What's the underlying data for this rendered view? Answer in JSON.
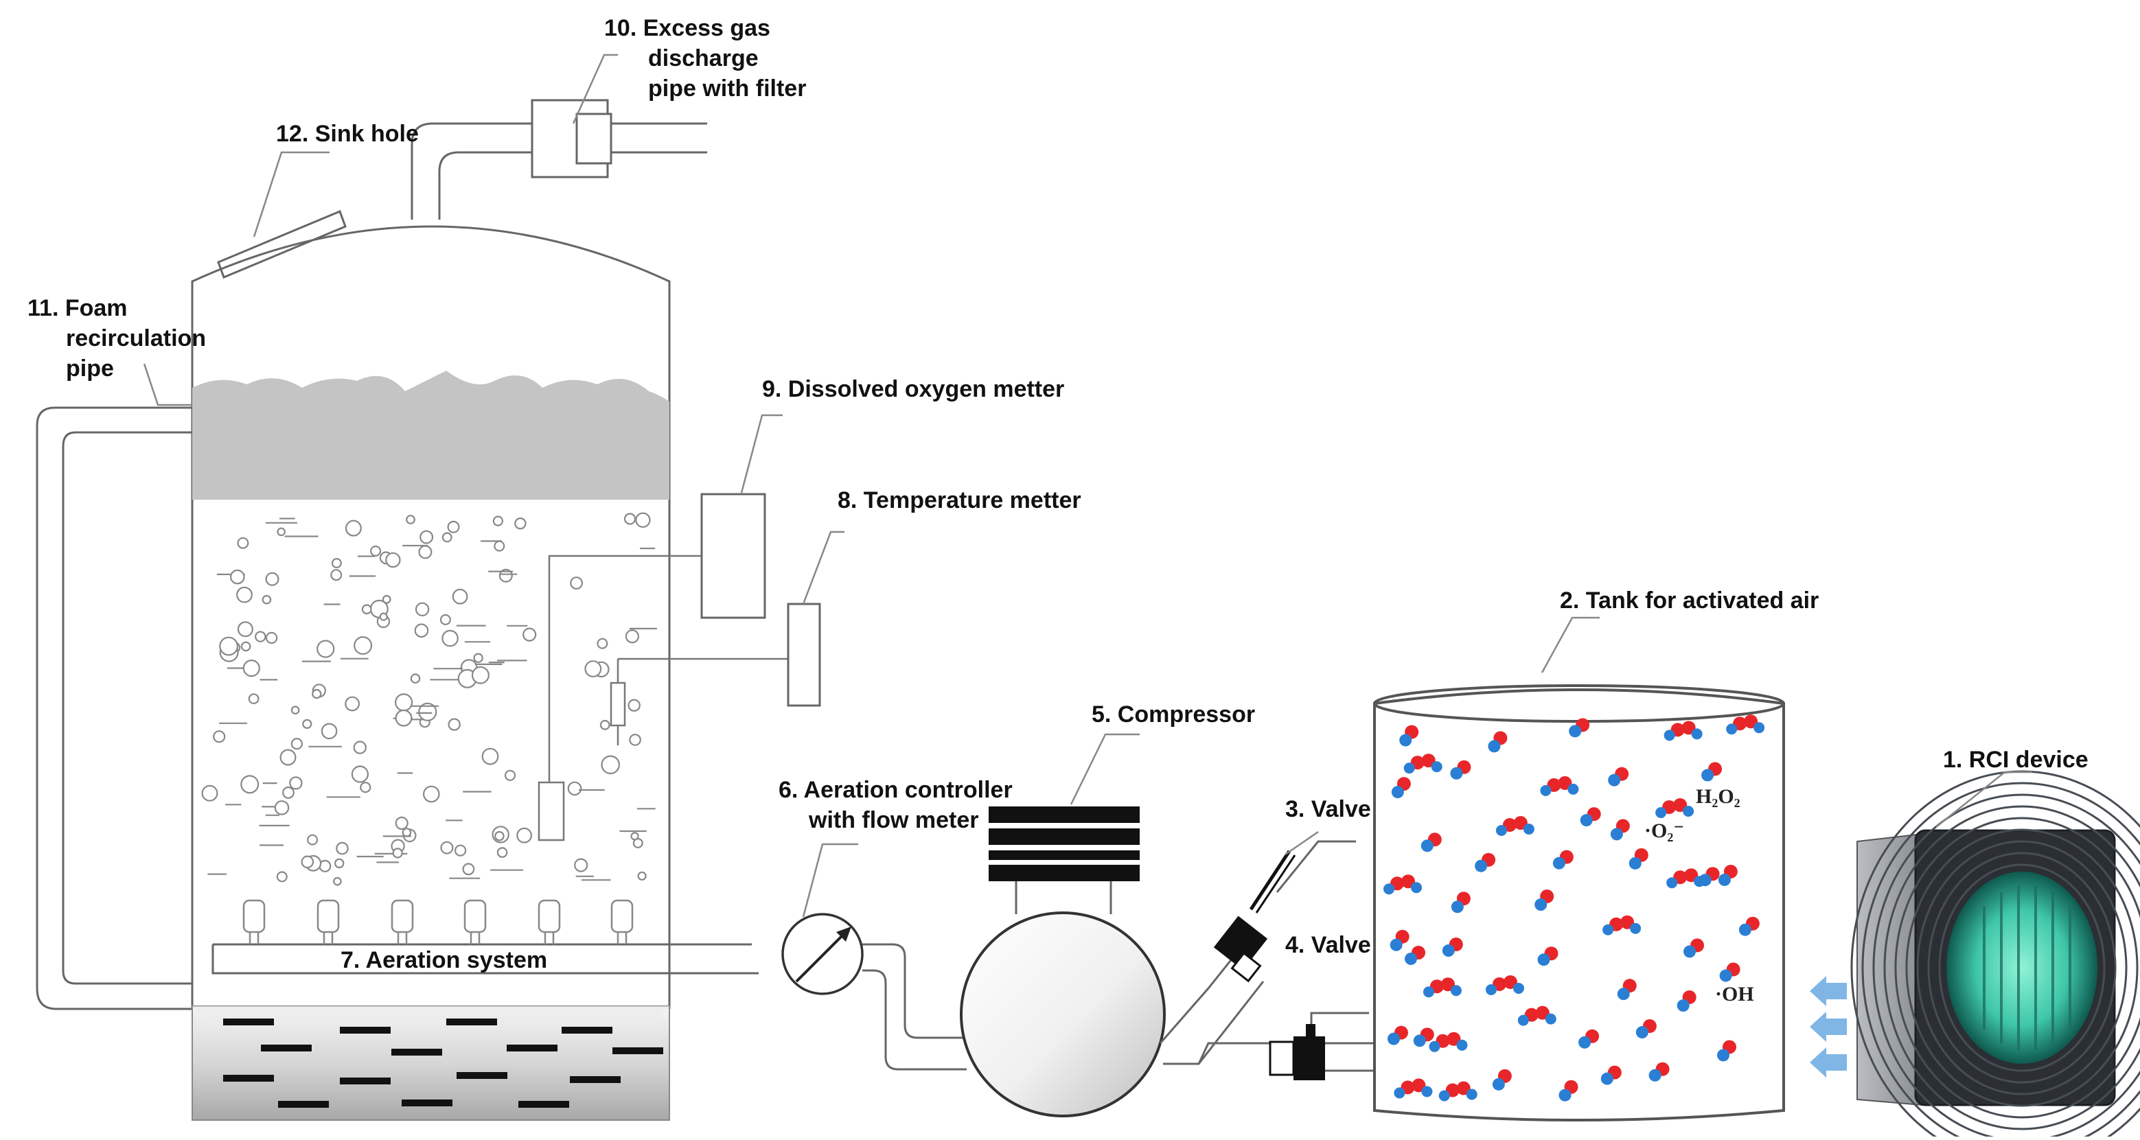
{
  "labels": {
    "l1": "1. RCI device",
    "l2": "2. Tank for activated air",
    "l3": "3. Valve",
    "l4": "4. Valve",
    "l5": "5. Compressor",
    "l6a": "6. Aeration controller",
    "l6b": "with flow meter",
    "l7": "7. Aeration system",
    "l8": "8. Temperature metter",
    "l9": "9.  Dissolved oxygen metter",
    "l10a": "10.  Excess gas",
    "l10b": "discharge",
    "l10c": "pipe with filter",
    "l11a": "11. Foam",
    "l11b": "recirculation",
    "l11c": "pipe",
    "l12": "12. Sink hole"
  },
  "species": {
    "h2o2": "H₂O₂",
    "o2": "·O₂⁻",
    "oh": "·OH"
  },
  "colors": {
    "foam": "#c4c4c4",
    "oxygen_atom": "#e8262a",
    "hydrogen_atom": "#2a7fd4",
    "device_frame": "#5a5e63",
    "uv_glow": "#3fc7a8",
    "arrow": "#7fb6e6"
  }
}
